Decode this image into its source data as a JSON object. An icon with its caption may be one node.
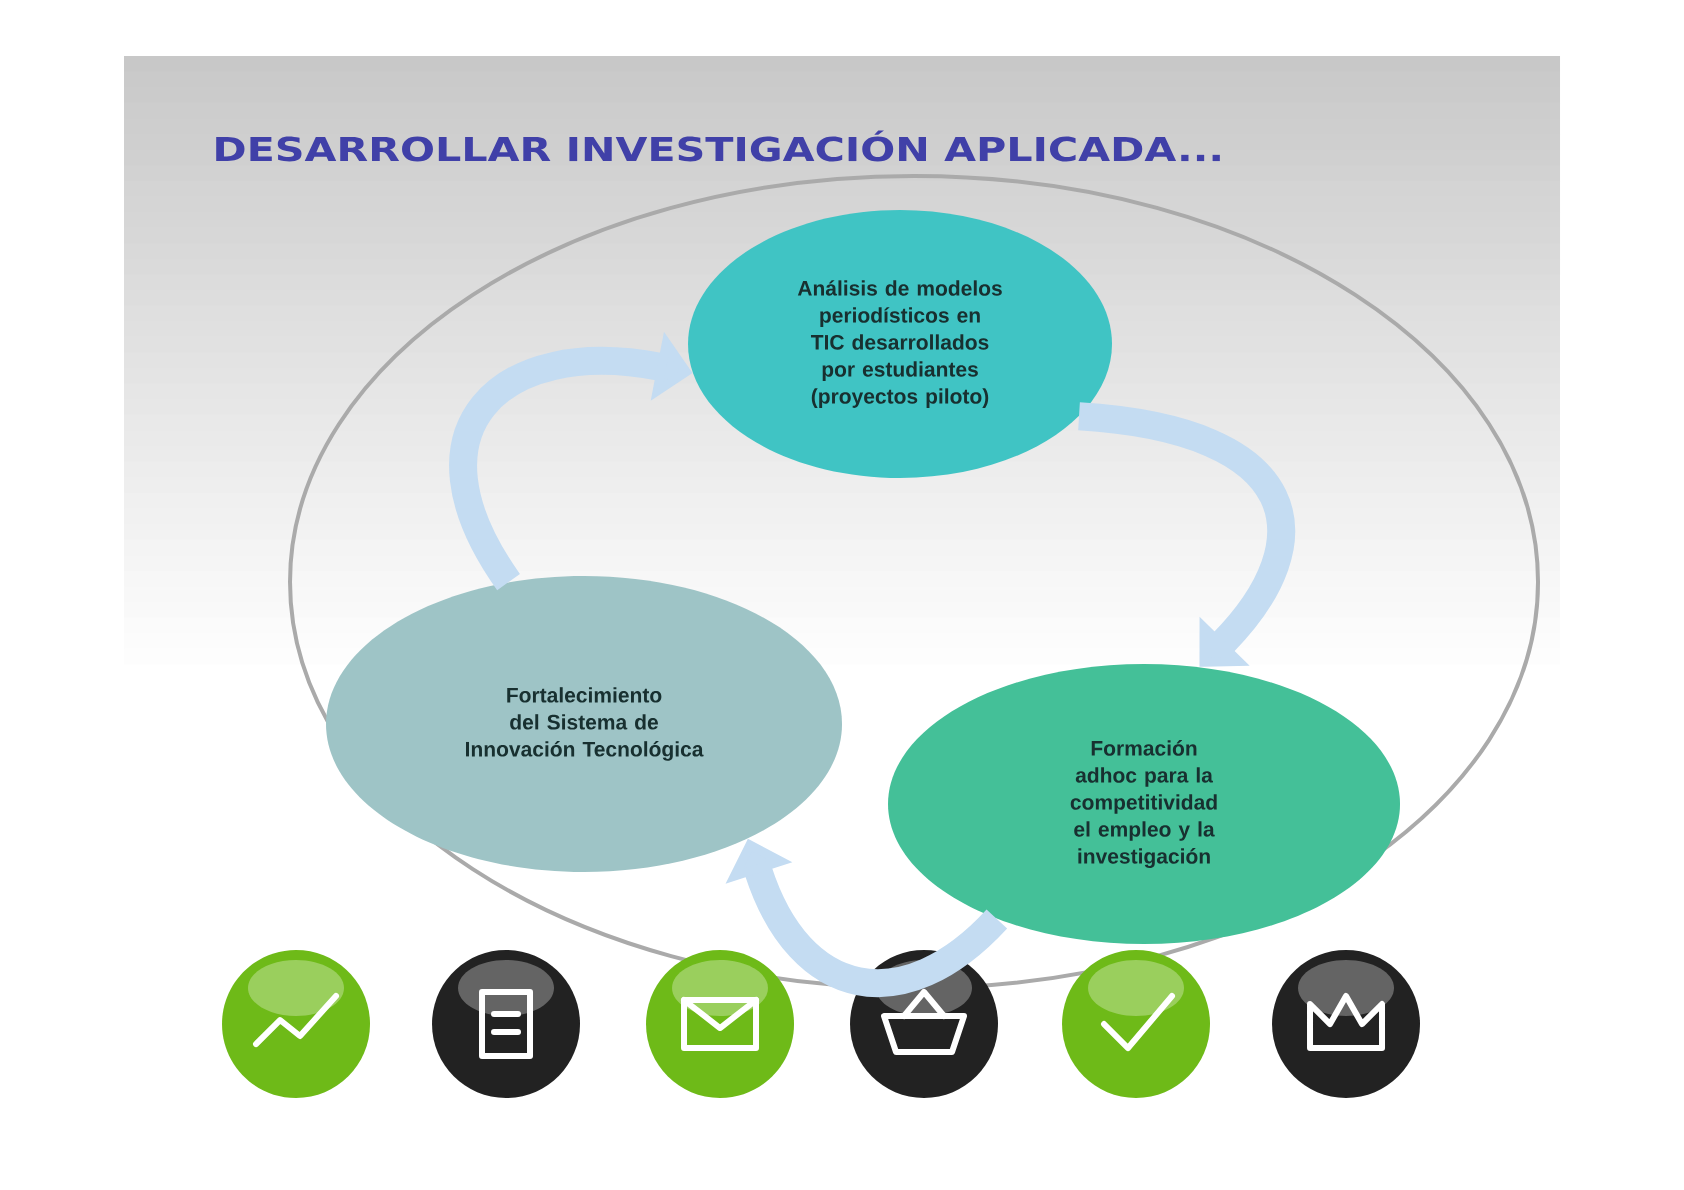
{
  "diagram": {
    "title": "DESARROLLAR INVESTIGACIÓN APLICADA...",
    "nodes": [
      {
        "text": [
          "Análisis de modelos periodísticos en TIC desarrollados por estudiantes (proyectos piloto)"
        ]
      },
      {
        "text": [
          "Fortalecimiento del Sistema de Innovación Tecnológica"
        ]
      },
      {
        "text": [
          "Formación adhoc para la competitividad el empleo y la investigación"
        ]
      }
    ],
    "edges": [
      {
        "from": 0,
        "to": 2,
        "arrow": "to"
      },
      {
        "from": 2,
        "to": 1,
        "arrow": "to"
      },
      {
        "from": 1,
        "to": 0,
        "arrow": "to"
      }
    ]
  }
}
